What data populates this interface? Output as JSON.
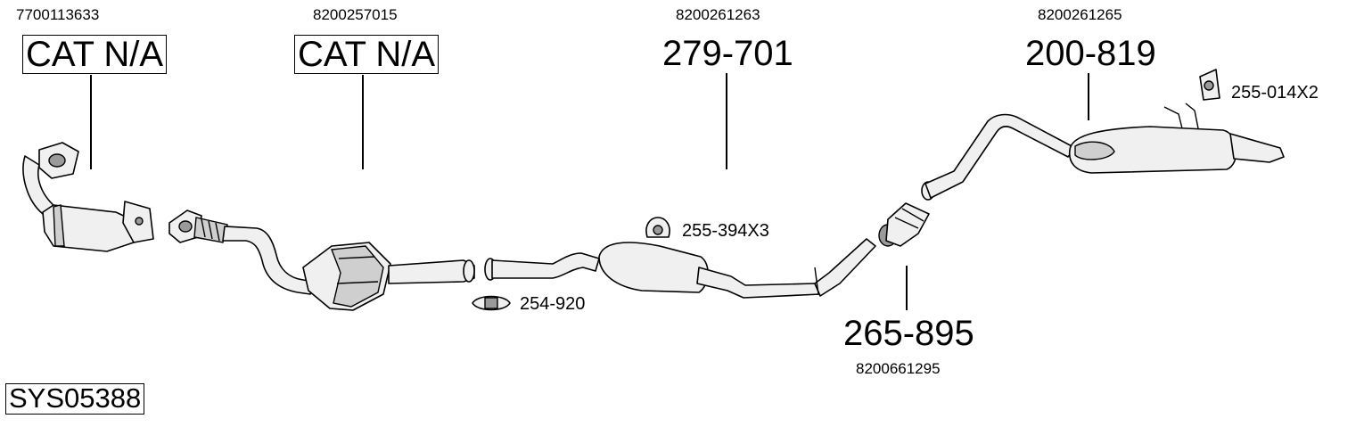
{
  "diagram_code": "SYS05388",
  "parts": {
    "cat1": {
      "oem": "7700113633",
      "code": "CAT N/A"
    },
    "cat2": {
      "oem": "8200257015",
      "code": "CAT N/A"
    },
    "mid_silencer": {
      "oem": "8200261263",
      "code": "279-701"
    },
    "rear_silencer": {
      "oem": "8200261265",
      "code": "200-819"
    },
    "clamp_rear": {
      "oem": "8200661295",
      "code": "265-895"
    },
    "hanger_rear": {
      "code": "255-014X2"
    },
    "hanger_mid": {
      "code": "255-394X3"
    },
    "clamp_front": {
      "code": "254-920"
    }
  }
}
